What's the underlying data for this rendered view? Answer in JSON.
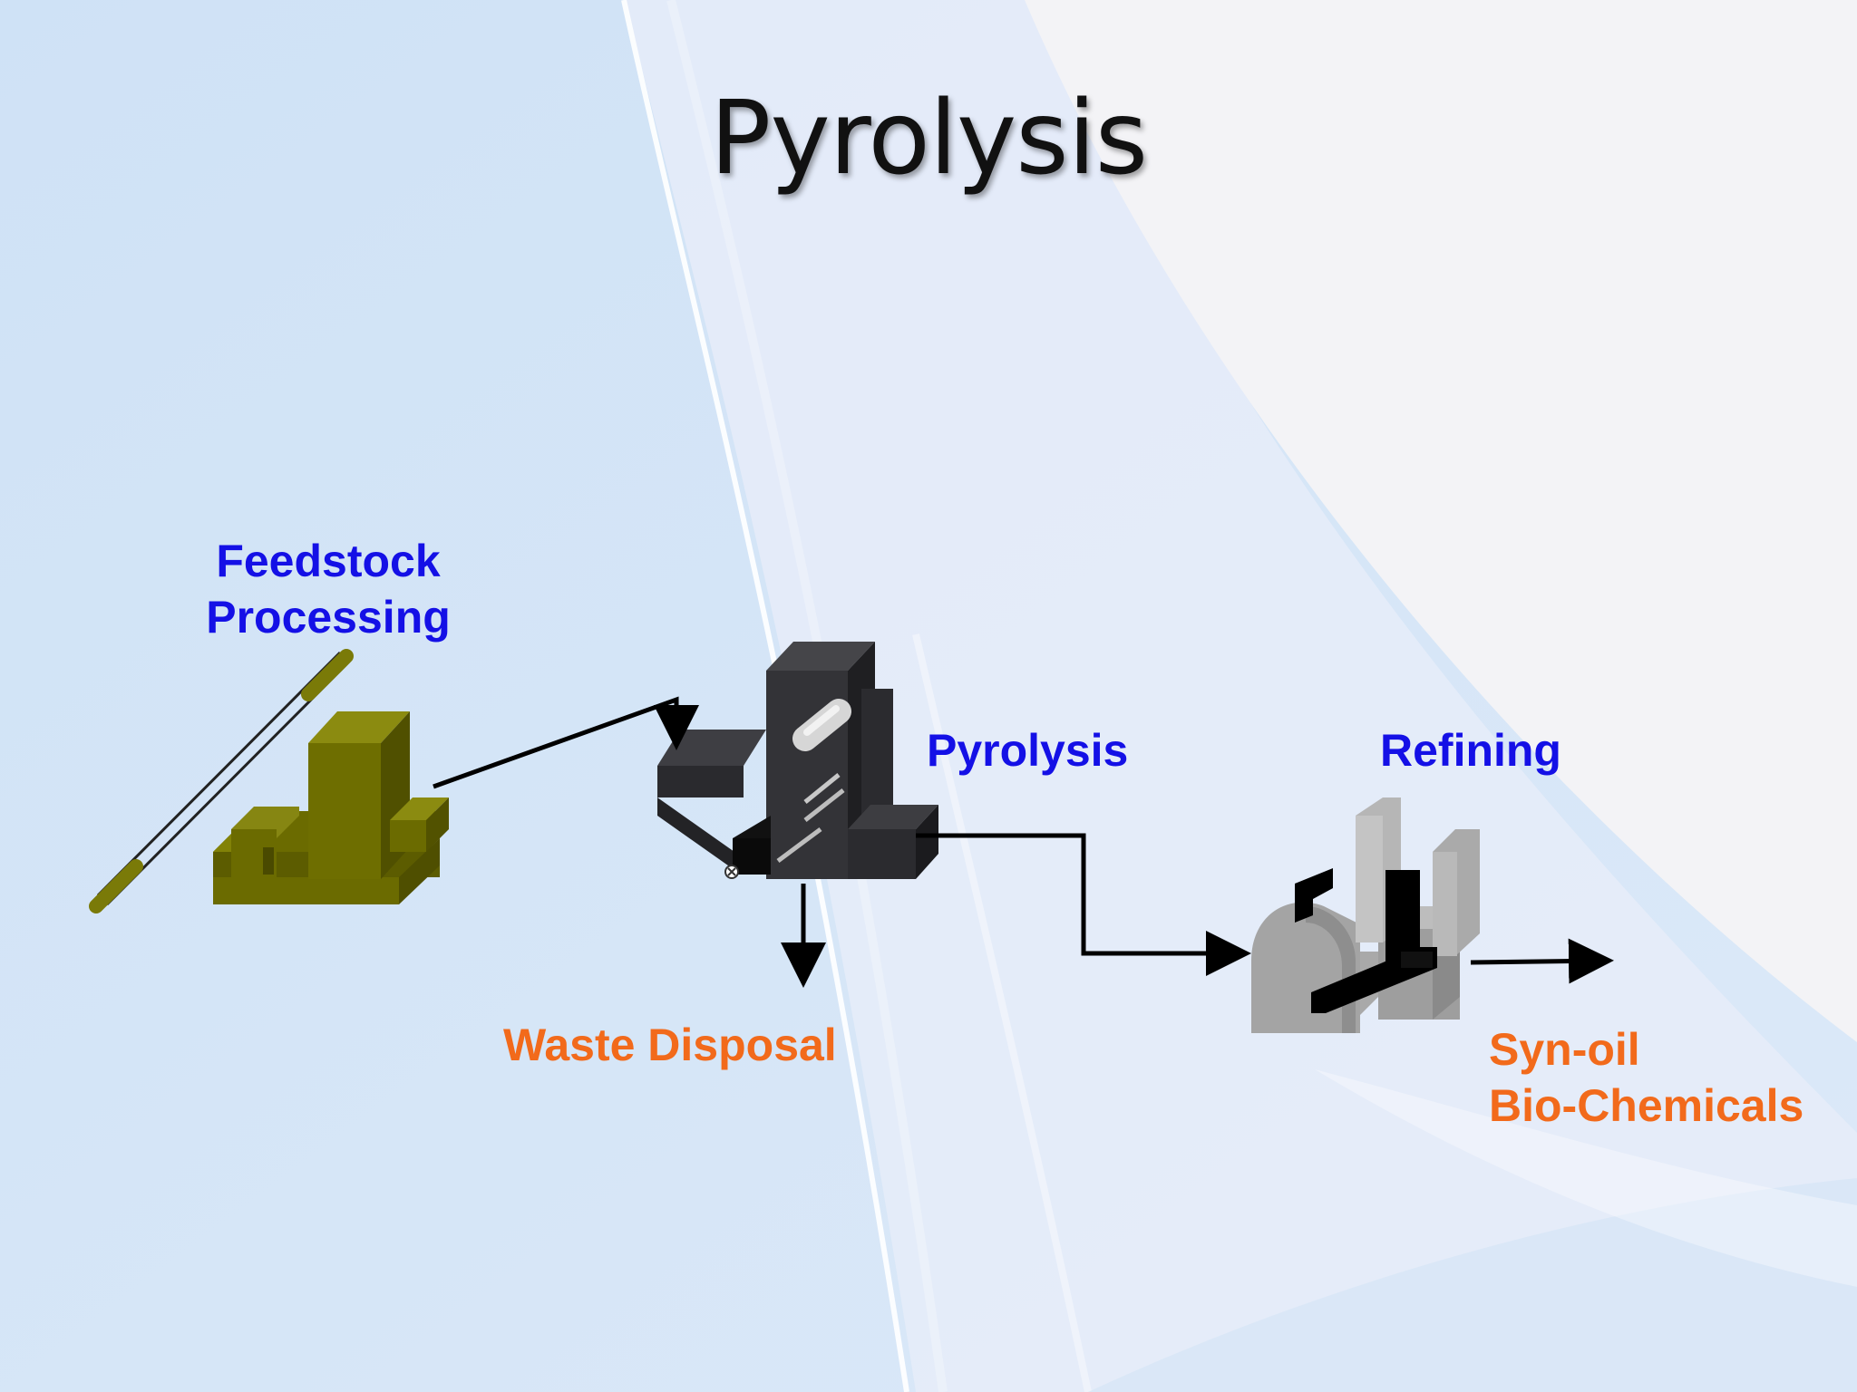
{
  "slide": {
    "title": "Pyrolysis"
  },
  "colors": {
    "label_blue": "#1410e6",
    "label_orange": "#f26a1b",
    "feedstock_machine": "#6b6b00",
    "pyrolysis_reactor": "#2f2f33",
    "refining_unit": "#a9a9a9",
    "arrow": "#000000"
  },
  "nodes": {
    "feedstock": {
      "line1": "Feedstock",
      "line2": "Processing"
    },
    "pyrolysis": {
      "label": "Pyrolysis"
    },
    "refining": {
      "label": "Refining"
    },
    "waste": {
      "label": "Waste Disposal"
    },
    "output": {
      "line1": "Syn-oil",
      "line2": "Bio-Chemicals"
    }
  },
  "edges": [
    {
      "from": "feedstock",
      "to": "pyrolysis"
    },
    {
      "from": "pyrolysis",
      "to": "waste"
    },
    {
      "from": "pyrolysis",
      "to": "refining"
    },
    {
      "from": "refining",
      "to": "output"
    }
  ]
}
